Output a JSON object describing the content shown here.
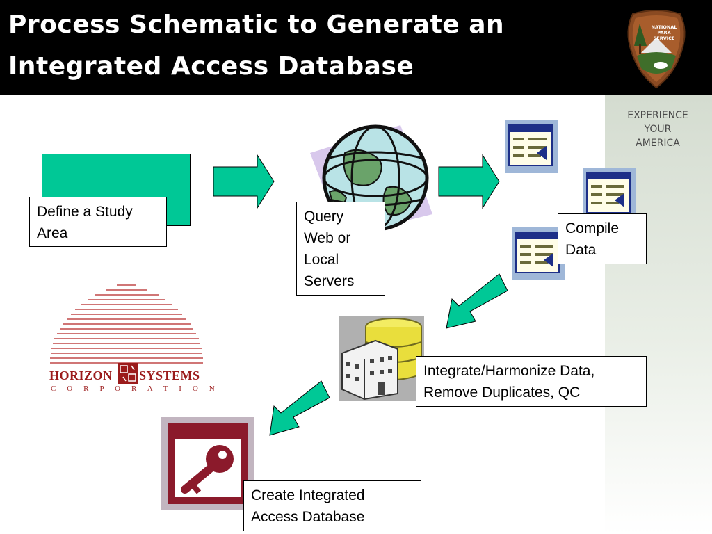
{
  "title": {
    "line1": "Process Schematic to Generate an",
    "line2": "Integrated Access Database"
  },
  "nps_logo": {
    "name": "National Park Service arrowhead",
    "text": "NATIONAL PARK SERVICE"
  },
  "tagline": [
    "EXPERIENCE",
    "YOUR",
    "AMERICA"
  ],
  "steps": [
    {
      "id": "define",
      "lines": [
        "Define a Study",
        "Area"
      ]
    },
    {
      "id": "query",
      "lines": [
        "Query",
        "Web or",
        "Local",
        "Servers"
      ]
    },
    {
      "id": "compile",
      "lines": [
        "Compile",
        "Data"
      ]
    },
    {
      "id": "integrate",
      "lines": [
        "Integrate/Harmonize Data,",
        "Remove Duplicates, QC"
      ]
    },
    {
      "id": "create",
      "lines": [
        "Create Integrated",
        "Access Database"
      ]
    }
  ],
  "horizon_logo": {
    "word1": "HORIZON",
    "word2": "SYSTEMS",
    "subtitle": "C O R P O R A T I O N"
  },
  "colors": {
    "header": "#000000",
    "arrow": "#00c896",
    "horizon_red": "#9b1b1b",
    "access_maroon": "#8b1a2b"
  }
}
